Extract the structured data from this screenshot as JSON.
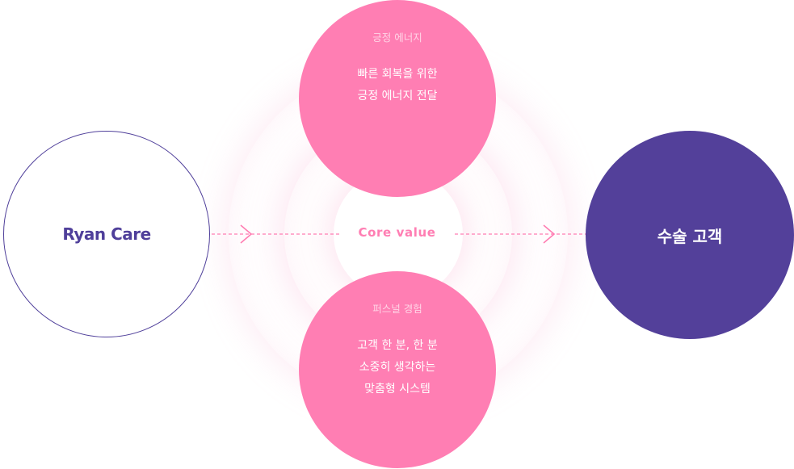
{
  "diagram": {
    "left": {
      "label": "Ryan Care"
    },
    "center": {
      "label": "Core value"
    },
    "right": {
      "label": "수술 고객"
    },
    "top": {
      "caption": "긍정 에너지",
      "lines": [
        "빠른 회복을 위한",
        "긍정 에너지 전달"
      ]
    },
    "bottom": {
      "caption": "퍼스널 경험",
      "lines": [
        "고객 한 분, 한 분",
        "소중히 생각하는",
        "맞춤형 시스템"
      ]
    },
    "colors": {
      "pink": "#ff7eb3",
      "purple": "#53409a",
      "outline": "#4f3f9a",
      "pink_caption": "#ffd4e6"
    }
  }
}
